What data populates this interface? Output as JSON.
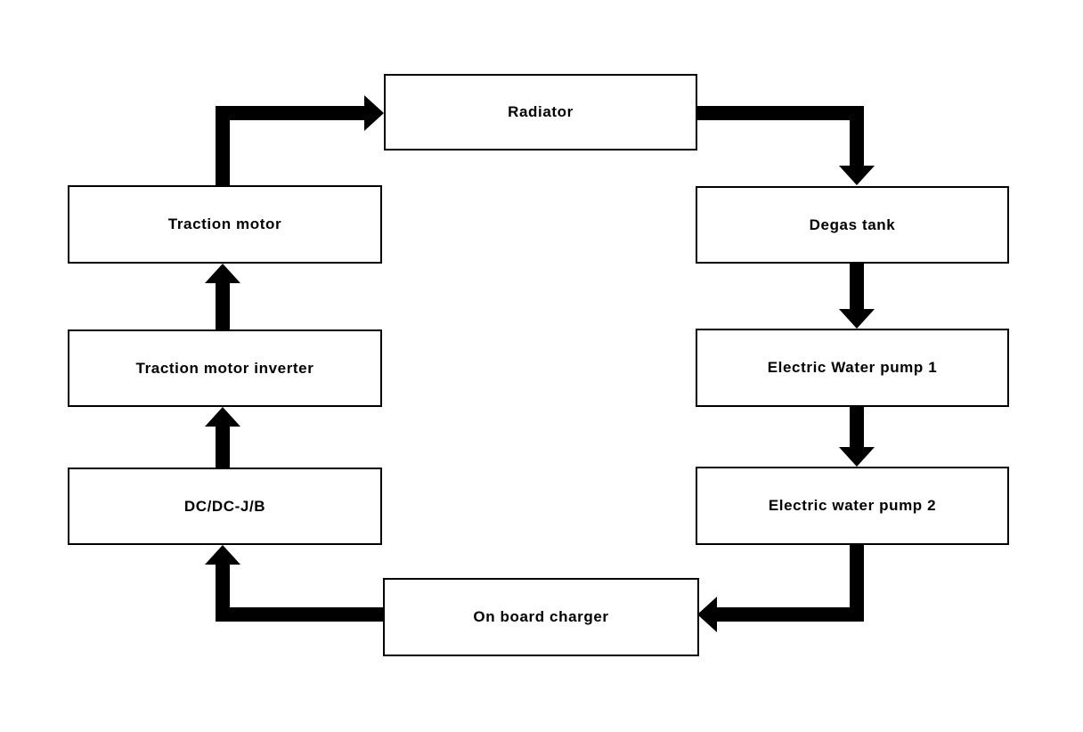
{
  "diagram": {
    "colors": {
      "background": "#ffffff",
      "line": "#000000",
      "box_fill": "#ffffff",
      "text": "#000000"
    },
    "nodes": [
      {
        "id": "radiator",
        "label": "Radiator"
      },
      {
        "id": "traction-motor",
        "label": "Traction motor"
      },
      {
        "id": "traction-motor-inverter",
        "label": "Traction motor inverter"
      },
      {
        "id": "dc-dc-jb",
        "label": "DC/DC-J/B"
      },
      {
        "id": "degas-tank",
        "label": "Degas tank"
      },
      {
        "id": "electric-water-pump-1",
        "label": "Electric Water pump 1"
      },
      {
        "id": "electric-water-pump-2",
        "label": "Electric water pump 2"
      },
      {
        "id": "on-board-charger",
        "label": "On board charger"
      }
    ],
    "edges": [
      {
        "from": "traction-motor",
        "to": "radiator"
      },
      {
        "from": "radiator",
        "to": "degas-tank"
      },
      {
        "from": "degas-tank",
        "to": "electric-water-pump-1"
      },
      {
        "from": "electric-water-pump-1",
        "to": "electric-water-pump-2"
      },
      {
        "from": "electric-water-pump-2",
        "to": "on-board-charger"
      },
      {
        "from": "on-board-charger",
        "to": "dc-dc-jb"
      },
      {
        "from": "dc-dc-jb",
        "to": "traction-motor-inverter"
      },
      {
        "from": "traction-motor-inverter",
        "to": "traction-motor"
      }
    ]
  }
}
